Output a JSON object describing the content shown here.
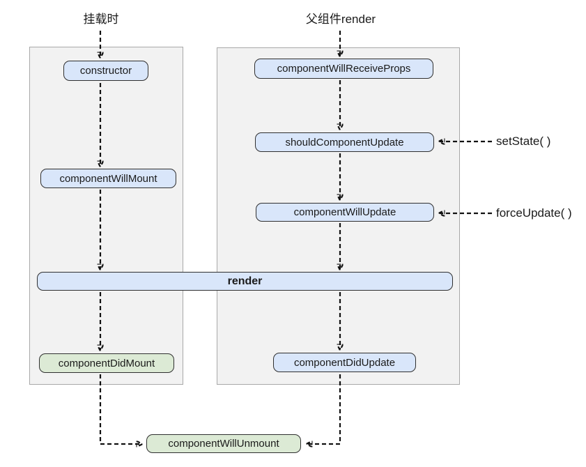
{
  "diagram": {
    "title_left": "挂载时",
    "title_right": "父组件render"
  },
  "nodes": {
    "constructor": "constructor",
    "component_will_mount": "componentWillMount",
    "component_will_receive_props": "componentWillReceiveProps",
    "should_component_update": "shouldComponentUpdate",
    "component_will_update": "componentWillUpdate",
    "render": "render",
    "component_did_mount": "componentDidMount",
    "component_did_update": "componentDidUpdate",
    "component_will_unmount": "componentWillUnmount"
  },
  "labels": {
    "set_state": "setState( )",
    "force_update": "forceUpdate( )"
  },
  "colors": {
    "node_blue_fill": "#d9e6fa",
    "node_green_fill": "#dcead5",
    "node_border": "#2f2f2f",
    "panel_fill": "#f2f2f2",
    "panel_border": "#a8a8a8",
    "arrow": "#111111",
    "background": "#ffffff"
  }
}
